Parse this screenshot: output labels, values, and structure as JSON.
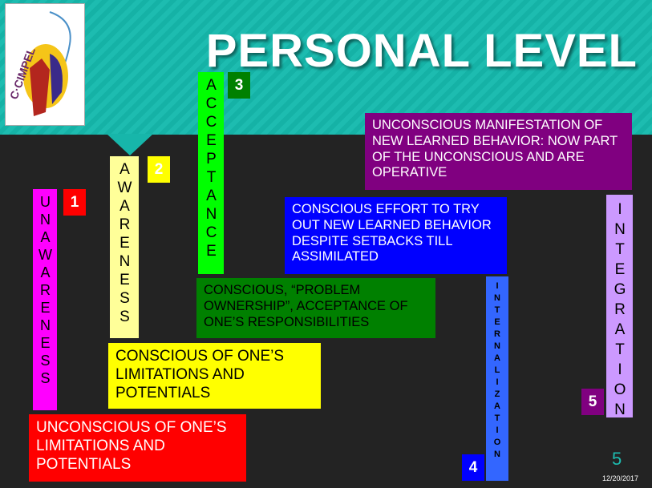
{
  "title": "PERSONAL LEVEL",
  "logo_text": "C·CIMPEL",
  "stages": [
    {
      "number": "1",
      "label": "UNAWARENESS",
      "description": "UNCONSCIOUS OF ONE’S LIMITATIONS AND POTENTIALS"
    },
    {
      "number": "2",
      "label": "AWARENESS",
      "description": "CONSCIOUS OF ONE’S LIMITATIONS AND POTENTIALS"
    },
    {
      "number": "3",
      "label": "ACCEPTANCE",
      "description": "CONSCIOUS, “PROBLEM OWNERSHIP”, ACCEPTANCE OF ONE’S RESPONSIBILITIES"
    },
    {
      "number": "4",
      "label": "INTERNALIZATION",
      "description": "CONSCIOUS EFFORT TO TRY OUT NEW LEARNED BEHAVIOR DESPITE SETBACKS TILL ASSIMILATED"
    },
    {
      "number": "5",
      "label": "INTEGRATION",
      "description": "UNCONSCIOUS MANIFESTATION OF NEW LEARNED BEHAVIOR: NOW PART OF THE  UNCONSCIOUS AND ARE OPERATIVE"
    }
  ],
  "footer": {
    "slide_number": "5",
    "date": "12/20/2017"
  }
}
